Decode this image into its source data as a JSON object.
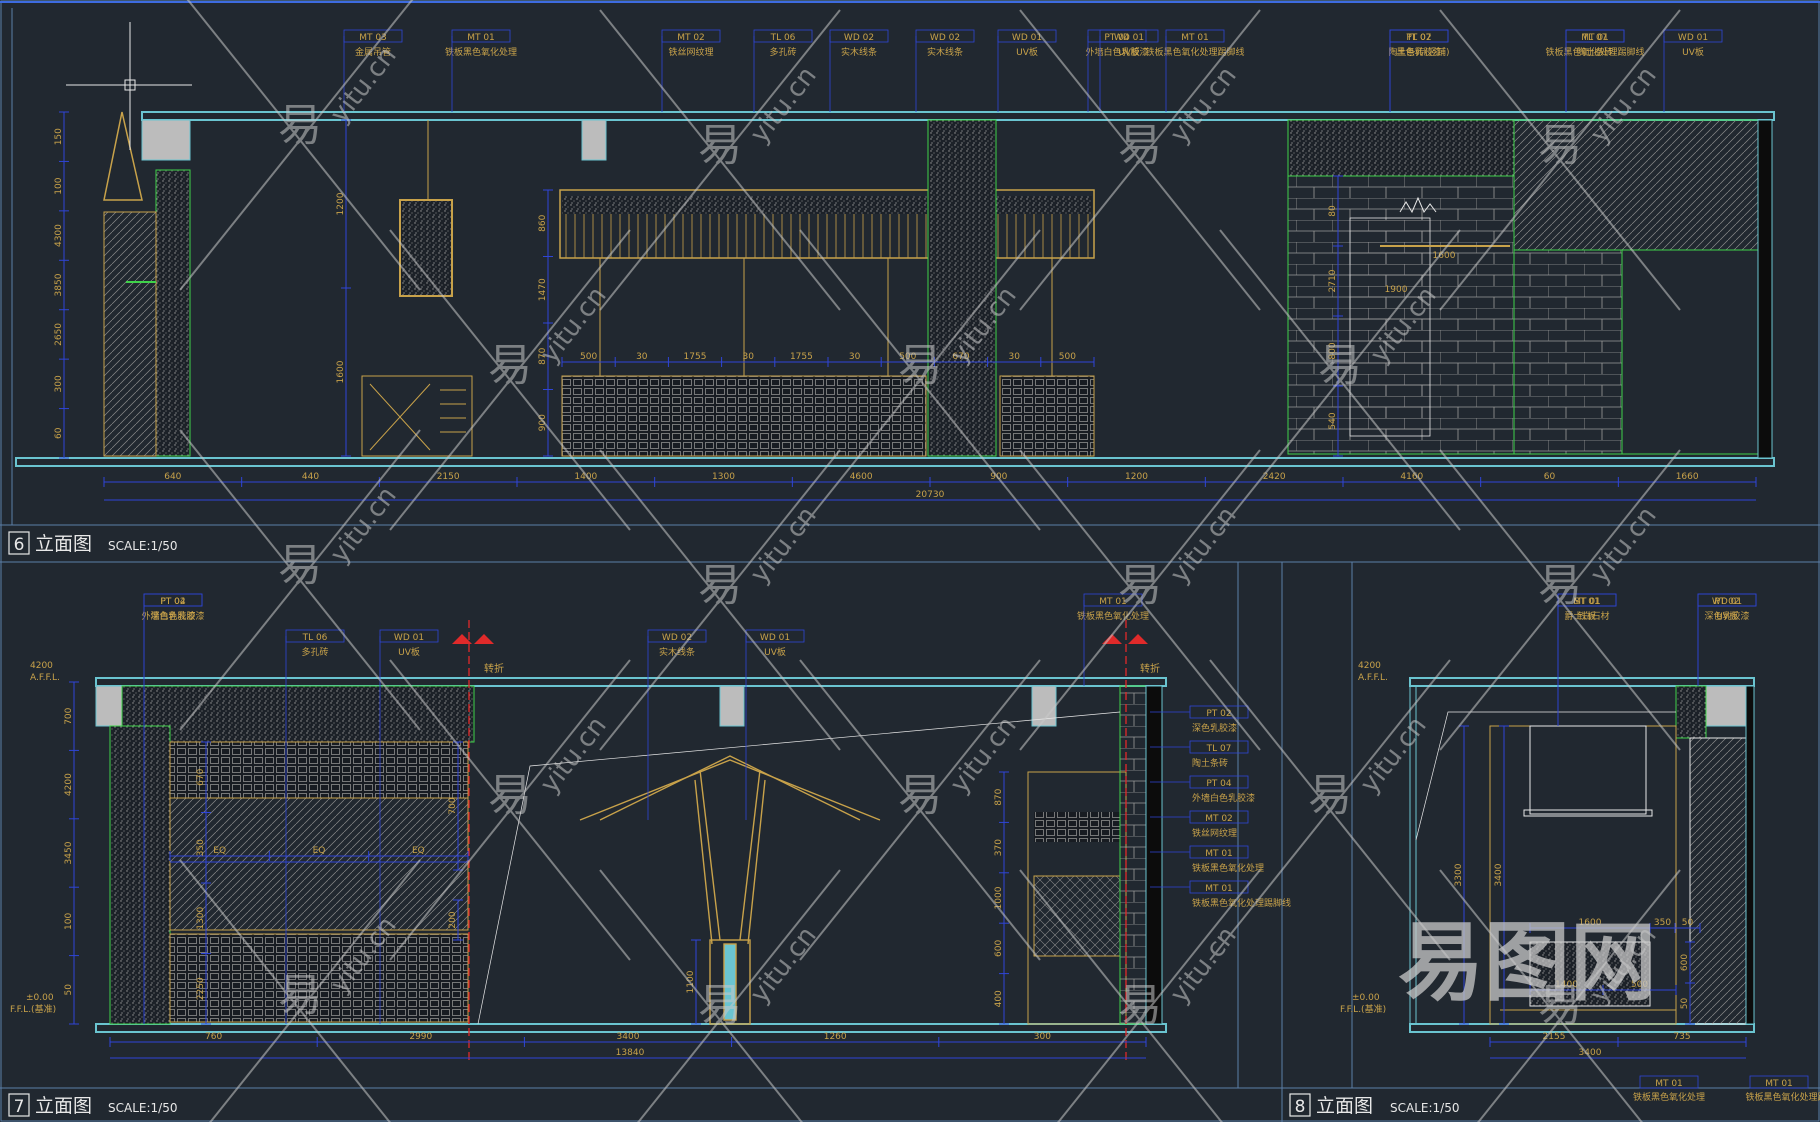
{
  "colors": {
    "background": "#212830",
    "frame": "#5c7fa8",
    "cyan": "#6ac4d0",
    "yellow": "#c8a24a",
    "green": "#3fd24a",
    "blue": "#2f45d8",
    "white": "#e8e8e8",
    "red": "#e02a2a",
    "hatch": "#8f8f8f",
    "watermark": "#c9c9c9"
  },
  "panels": [
    {
      "number": "6",
      "title": "立面图",
      "scale": "SCALE:1/50"
    },
    {
      "number": "7",
      "title": "立面图",
      "scale": "SCALE:1/50"
    },
    {
      "number": "8",
      "title": "立面图",
      "scale": "SCALE:1/50"
    }
  ],
  "watermark": {
    "cn": "易",
    "en": "yitu.cn",
    "logo": "易图网"
  },
  "elev6": {
    "dims_bottom": [
      "640",
      "440",
      "2150",
      "1400",
      "1300",
      "4600",
      "900",
      "1200",
      "2420",
      "4160",
      "60",
      "1660"
    ],
    "dim_total": "20730",
    "dims_left": [
      "150",
      "100",
      "4300",
      "3850",
      "2650",
      "300",
      "60"
    ],
    "dims_inner": [
      "500",
      "30",
      "1755",
      "30",
      "1755",
      "30",
      "500",
      "670",
      "30",
      "500",
      "860",
      "1470",
      "870",
      "900",
      "1200",
      "1600",
      "80",
      "2710",
      "800",
      "540",
      "1900",
      "1600"
    ],
    "tags": [
      {
        "code": "MT 03",
        "name": "金属吊管"
      },
      {
        "code": "MT 01",
        "name": "铁板黑色氧化处理"
      },
      {
        "code": "MT 02",
        "name": "铁丝网纹理"
      },
      {
        "code": "TL 06",
        "name": "多孔砖"
      },
      {
        "code": "WD 02",
        "name": "实木线条"
      },
      {
        "code": "WD 02",
        "name": "实木线条"
      },
      {
        "code": "WD 01",
        "name": "UV板"
      },
      {
        "code": "PT 04",
        "name": "外墙白色乳胶漆"
      },
      {
        "code": "WD 01",
        "name": "UV板"
      },
      {
        "code": "MT 01",
        "name": "铁板黑色氧化处理踢脚线"
      },
      {
        "code": "PT 02",
        "name": "黑色乳胶漆"
      },
      {
        "code": "TL 07",
        "name": "陶土条砖(竖铺)"
      },
      {
        "code": "TL 07",
        "name": "陶土条砖"
      },
      {
        "code": "MT 01",
        "name": "铁板黑色氧化处理踢脚线"
      },
      {
        "code": "WD 01",
        "name": "UV板"
      }
    ]
  },
  "elev7": {
    "afl": "4200\nA.F.F.L.",
    "ffl": "±0.00\nF.F.L.(基准)",
    "dims_bottom": [
      "760",
      "2990",
      "3400",
      "1260",
      "300"
    ],
    "dim_total": "13840",
    "dims_left": [
      "700",
      "4200",
      "3450",
      "100",
      "50"
    ],
    "dims_inner": [
      "670",
      "350",
      "1300",
      "2250",
      "870",
      "370",
      "1000",
      "600",
      "400",
      "1100",
      "EQ",
      "EQ",
      "EQ",
      "700",
      "200"
    ],
    "section_label": "转折",
    "tags_top": [
      {
        "code": "PT 02",
        "name": "深色乳胶漆"
      },
      {
        "code": "PT 04",
        "name": "外墙白色乳胶漆"
      },
      {
        "code": "TL 06",
        "name": "多孔砖"
      },
      {
        "code": "WD 01",
        "name": "UV板"
      },
      {
        "code": "WD 02",
        "name": "实木线条"
      },
      {
        "code": "WD 01",
        "name": "UV板"
      },
      {
        "code": "MT 01",
        "name": "铁板黑色氧化处理"
      }
    ],
    "tags_right": [
      {
        "code": "PT 02",
        "name": "深色乳胶漆"
      },
      {
        "code": "TL 07",
        "name": "陶土条砖"
      },
      {
        "code": "PT 04",
        "name": "外墙白色乳胶漆"
      },
      {
        "code": "MT 02",
        "name": "铁丝网纹理"
      },
      {
        "code": "MT 01",
        "name": "铁板黑色氧化处理"
      },
      {
        "code": "MT 01",
        "name": "铁板黑色氧化处理踢脚线"
      }
    ]
  },
  "elev8": {
    "afl": "4200\nA.F.F.L.",
    "ffl": "±0.00\nF.F.L.(基准)",
    "dims_inner": [
      "1600",
      "350",
      "50",
      "1400",
      "500",
      "3300",
      "3400",
      "600",
      "50"
    ],
    "dims_bottom": [
      "2155",
      "735"
    ],
    "dim_total": "3400",
    "tags_top": [
      {
        "code": "MT 01",
        "name": "铁板"
      },
      {
        "code": "ST 01",
        "name": "爵士白石材"
      },
      {
        "code": "PT 02",
        "name": "深色乳胶漆"
      },
      {
        "code": "WD 01",
        "name": "UV板"
      }
    ],
    "tags_bottom": [
      {
        "code": "MT 01",
        "name": "铁板黑色氧化处理"
      },
      {
        "code": "MT 01",
        "name": "铁板黑色氧化处理踢脚线"
      }
    ]
  }
}
